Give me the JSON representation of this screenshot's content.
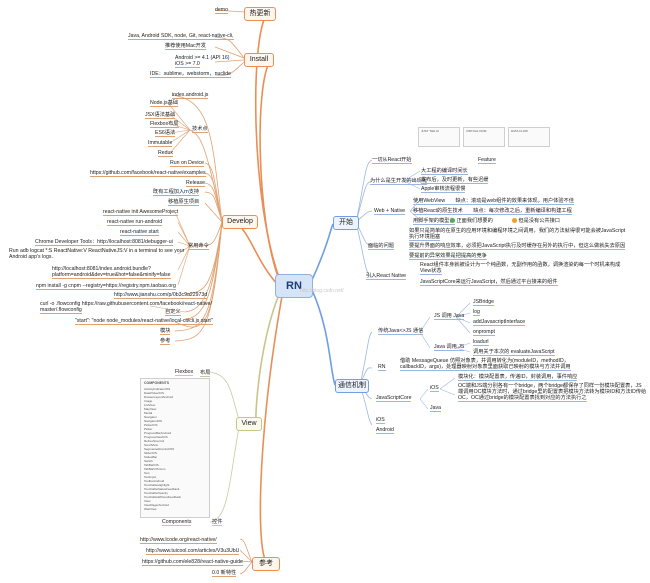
{
  "root": "RN",
  "watermark": "http://blog.csdn.net/",
  "left": {
    "hot_update": {
      "label": "热更新",
      "items": [
        "demo"
      ]
    },
    "install": {
      "label": "Install",
      "items": [
        "Java, Android SDK, node, Git, react-native-cli,",
        "推荐使用Mac开发",
        "Android >= 4.1 (API 16)",
        "iOS >= 7.0",
        "IDE：sublime，webstorm，nuclide"
      ]
    },
    "develop": {
      "label": "Develop",
      "index_js": "index.android.js",
      "tech": {
        "label": "技术点",
        "items": [
          "Node.js基础",
          "JSX语法基础",
          "Flexbox布局",
          "ES6语法",
          "Immutable",
          "Redux"
        ]
      },
      "run_on_device": "Run on Device",
      "examples_url": "https://github.com/facebook/react-native/examples",
      "release": "Release",
      "existing": "既有工程加入rn支持",
      "migrate": "移植原生项目",
      "cmds": {
        "label": "常用命令",
        "items": [
          "react-native init AwesomeProject",
          "react-native run-android",
          "react-native start",
          "Chrome Developer Tools：http://localhost:8081/debugger-ui",
          "Run adb logcat *:S ReactNative:V ReactNativeJS:V in a terminal to see your",
          "Android app's logs.",
          "",
          "http://localhost:8081/index.android.bundle?",
          "platform=android&dev=true&hot=false&minify=false",
          "npm install -g cnpm --registry=https://registry.npm.taobao.org"
        ]
      },
      "jianshu": "http://www.jianshu.com/p/0b3c9a22973d",
      "flowconfig": [
        "curl -o .flowconfig https://raw.githubusercontent.com/facebook/react-native/",
        "master/.flowconfig"
      ],
      "start_script": "\"start\": \"node node_modules/react-native/local-cli/cli.js start\"",
      "custom": "自定义",
      "module": "模块",
      "reference": "参考"
    },
    "view": {
      "label": "View",
      "layout": "布局",
      "flexbox": "Flexbox",
      "components": "Components",
      "controls": "控件",
      "components_box": {
        "title": "COMPONENTS",
        "items": [
          "ActivityIndicatorIOS",
          "DatePickerIOS",
          "DrawerLayoutAndroid",
          "Image",
          "ListView",
          "MapView",
          "Modal",
          "Navigator",
          "NavigatorIOS",
          "PickerIOS",
          "Picker",
          "ProgressBarAndroid",
          "ProgressViewIOS",
          "RefreshControl",
          "ScrollView",
          "SegmentedControlIOS",
          "SliderIOS",
          "StatusBar",
          "Switch",
          "TabBarIOS",
          "TabBarIOS.Item",
          "Text",
          "TextInput",
          "ToolbarAndroid",
          "TouchableHighlight",
          "TouchableNativeFeedback",
          "TouchableOpacity",
          "TouchableWithoutFeedback",
          "View",
          "ViewPagerAndroid",
          "WebView"
        ]
      }
    },
    "reference": {
      "label": "参考",
      "items": [
        "http://www.lcode.org/react-native/",
        "http://www.tuicool.com/articles/V3u3UbU",
        "https://github.com/ele828/react-native-guide",
        "0.0 新特性"
      ]
    }
  },
  "right": {
    "start": {
      "label": "开始",
      "thumbs": [
        "JUST THE UI",
        "VIRTUAL DOM",
        "DATA FLOW"
      ],
      "feature": "Feature",
      "items": [
        "一切从React开始"
      ],
      "why": {
        "label": "为什么是生开发的出现呢",
        "items": [
          "大工程的编译时间长",
          "发布后，及时更新，有些迟缓",
          "Apple审核流程很慢"
        ]
      },
      "webnative": {
        "label": "Web + Native",
        "items": [
          "使用WebView　　缺点：滚动是web组件的效果来体现，用户体验不佳",
          "移植React的原生技术　　缺点：每次修改之后，重新编译和构建工程",
          "用脚手架的模型去"
        ],
        "good": "正面我们想要的",
        "warn": "但是没有公共接口"
      },
      "issues": {
        "label": "面临的问题",
        "items": [
          "如果只是简单的在原生的应用环境和编程环境之间调用，我们的方法就得很可能会被JavaScript",
          "执行环境阻塞",
          "要提升界面的响应效率，必须把JavaScript执行及时缓存在另外的执行中，但这么做就失去原因",
          "要提前的异常效果是把提高的竞争"
        ]
      },
      "intro": {
        "label": "引入React Native",
        "items": [
          "React组件本身就被设计为一个纯函数，无副作用的函数，调换渲染的每一个时机来构成",
          "View状态",
          "JavaScriptCore来运行JavaScript，然后通过平台接来的组件"
        ]
      }
    },
    "comm": {
      "label": "通信机制",
      "jsjava": {
        "label": "传统Java<>JS 通信",
        "js_call": "JS 调用 Java",
        "js_items": [
          "JSBridge",
          "log",
          "addJavascriptInterface",
          "onprompt"
        ],
        "java_call": "Java 调用 JS",
        "java_items": [
          "loadurl",
          "调用关于本次的 evaluateJavaScript"
        ]
      },
      "rn": "RN",
      "rn_desc": [
        "借助 MessageQueue 仿照对象表，并调用转化为(moduleID，methodID，",
        "callbackID，args)，处理器映射对象表里面获取已映射的模块与方法并调用"
      ],
      "jscore": {
        "label": "JavaScriptCore",
        "ios": "iOS",
        "java": "Java",
        "items": [
          "模块化：模块配置表，传递ID，封装调用，事件响应",
          "OC端和JS端分别各有一个bridge，两个bridge都保存了同样一份模块配置表，JS",
          "端调用OC模块方法时，通过bridge里的配置表把模块方法转为模块ID和方法ID传给",
          "OC，OC通过bridge的模块配置表找到对应的方法执行之"
        ]
      },
      "ios": "iOS",
      "android": "Android"
    }
  }
}
